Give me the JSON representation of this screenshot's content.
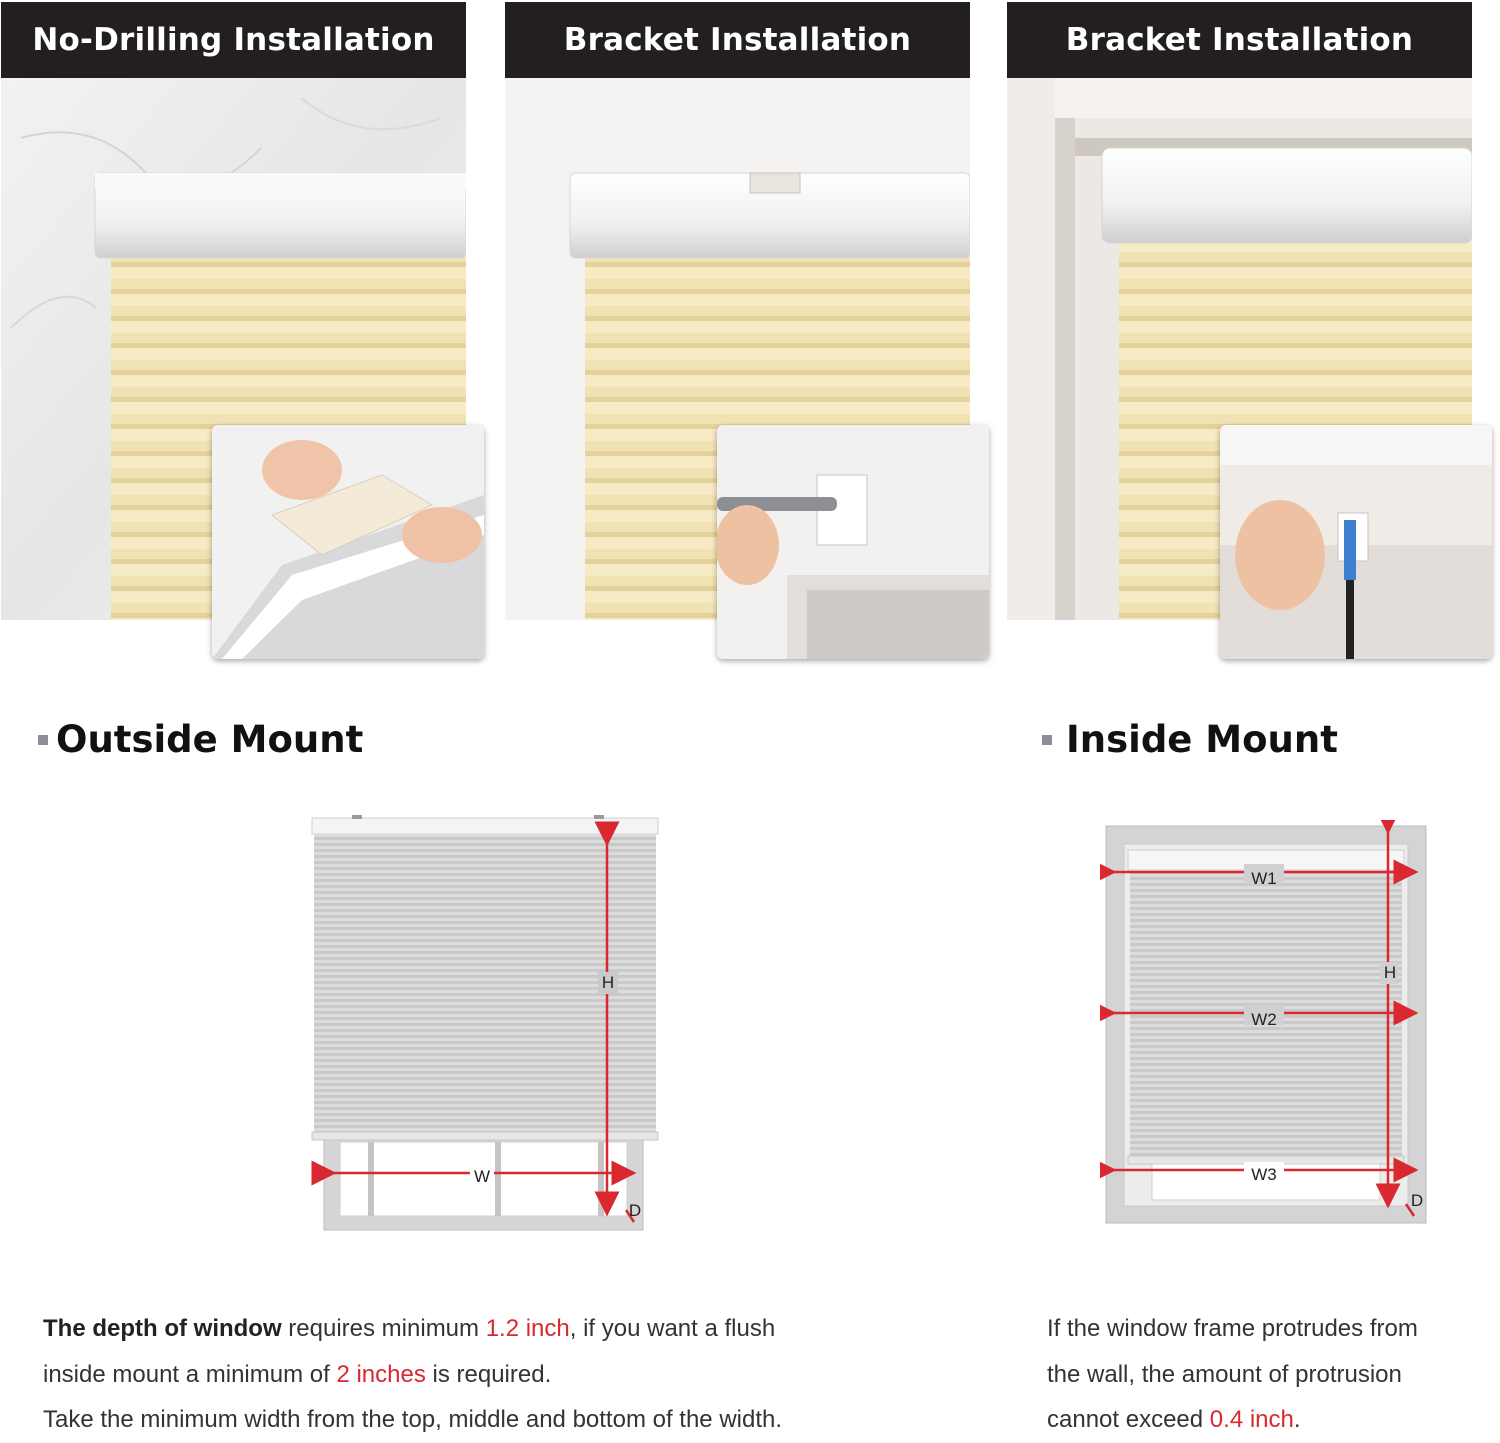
{
  "panels": [
    {
      "title": "No-Drilling Installation",
      "photo": "pleated shade mounted on marble wall",
      "inset": "peeling adhesive tape on headrail"
    },
    {
      "title": "Bracket Installation",
      "photo": "pleated shade with top bracket",
      "inset": "screwing bracket into frame"
    },
    {
      "title": "Bracket Installation",
      "photo": "pleated shade inside window recess",
      "inset": "attaching bracket inside frame"
    }
  ],
  "outside_mount": {
    "heading": "Outside Mount",
    "labels": {
      "height": "H",
      "width": "W",
      "depth": "D"
    }
  },
  "inside_mount": {
    "heading": "Inside Mount",
    "labels": {
      "w1": "W1",
      "w2": "W2",
      "w3": "W3",
      "height": "H",
      "depth": "D"
    }
  },
  "notes": {
    "left": {
      "line1_bold": "The depth of window",
      "line1_text": " requires minimum ",
      "line1_red": "1.2 inch",
      "line1_tail": ", if you want a flush",
      "line2_text": "inside mount a minimum of ",
      "line2_red": "2 inches",
      "line2_tail": " is required.",
      "line3": "Take the minimum width from the top, middle and bottom of the width."
    },
    "right": {
      "line1": "If the window frame protrudes from",
      "line2": "the wall, the amount of protrusion",
      "line3_text": "cannot exceed ",
      "line3_red": "0.4 inch",
      "line3_tail": "."
    }
  },
  "colors": {
    "header_bg": "#231f20",
    "accent_red": "#d9282f",
    "shade_cream": "#f3e4b8",
    "shade_grey": "#c8c8c8"
  }
}
